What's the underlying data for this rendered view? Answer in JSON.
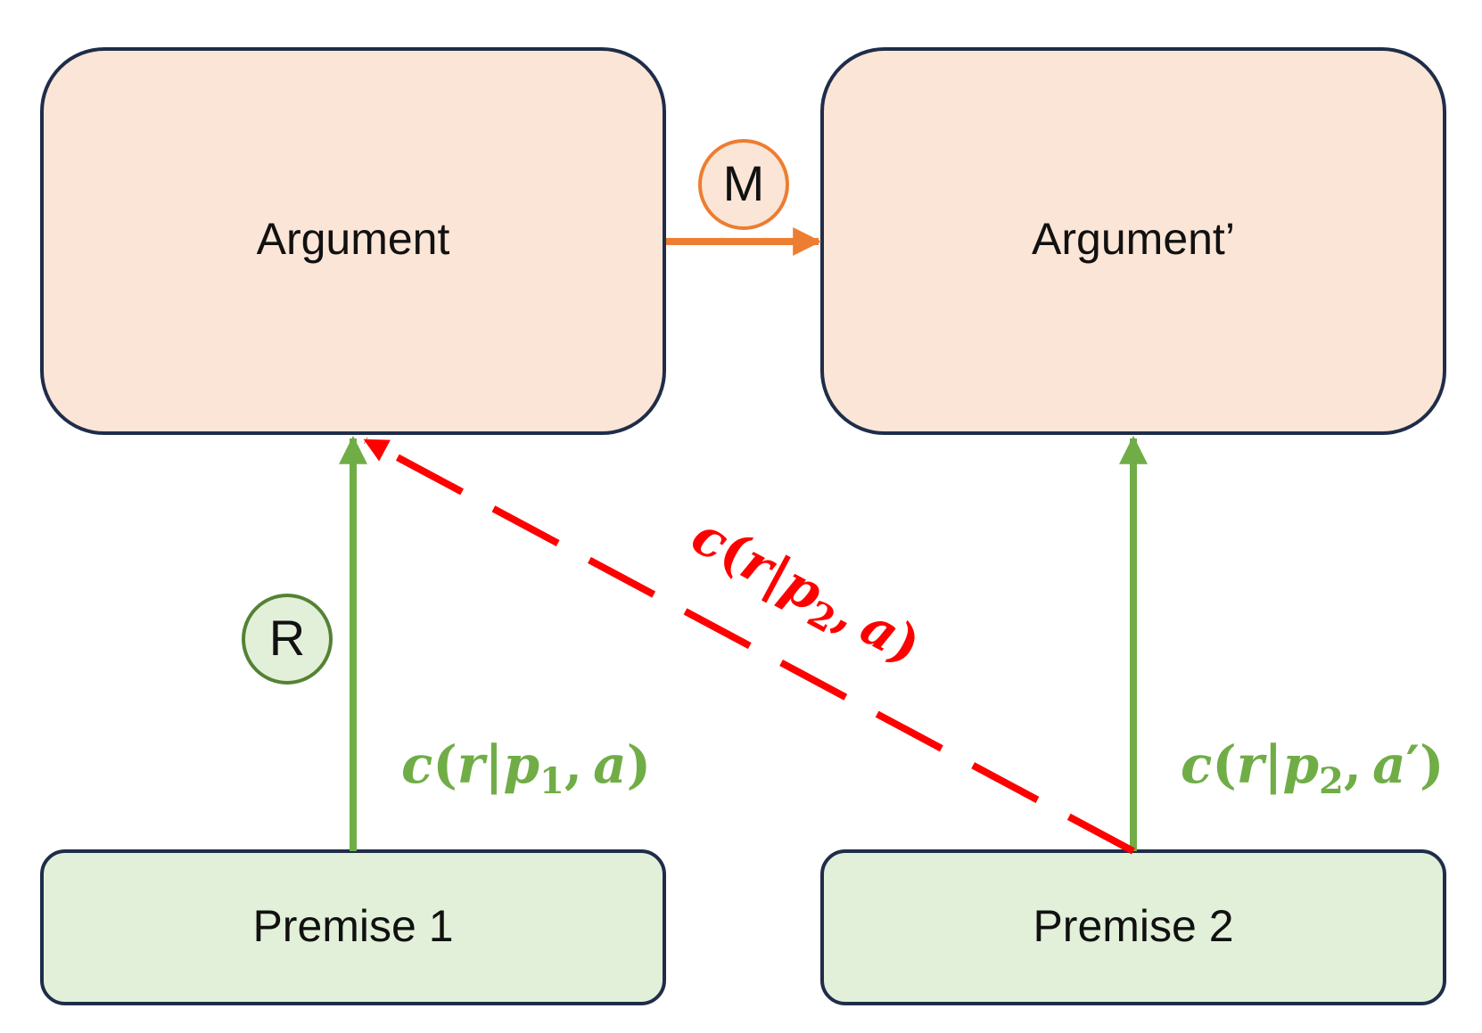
{
  "nodes": {
    "argument": {
      "label": "Argument"
    },
    "argument_prime": {
      "label": "Argument’"
    },
    "premise_1": {
      "label": "Premise 1"
    },
    "premise_2": {
      "label": "Premise 2"
    }
  },
  "badges": {
    "modify": {
      "label": "M"
    },
    "relation": {
      "label": "R"
    }
  },
  "edges": {
    "premise1_to_argument": {
      "f": "c",
      "open": "(",
      "v": "r",
      "bar": "|",
      "p": "p",
      "sub": "1",
      "comma": ",",
      "a": "a",
      "prime": "",
      "close": ")"
    },
    "premise2_to_argument_prime": {
      "f": "c",
      "open": "(",
      "v": "r",
      "bar": "|",
      "p": "p",
      "sub": "2",
      "comma": ",",
      "a": "a",
      "prime": "′",
      "close": ")"
    },
    "premise2_to_argument": {
      "f": "c",
      "open": "(",
      "v": "r",
      "bar": "|",
      "p": "p",
      "sub": "2",
      "comma": ",",
      "a": "a",
      "prime": "",
      "close": ")"
    }
  },
  "colors": {
    "argument_fill": "#FBE5D6",
    "premise_fill": "#E2F0D9",
    "box_border": "#1F2D4A",
    "green": "#70AD47",
    "orange": "#ED7D31",
    "red": "#FF0000"
  }
}
